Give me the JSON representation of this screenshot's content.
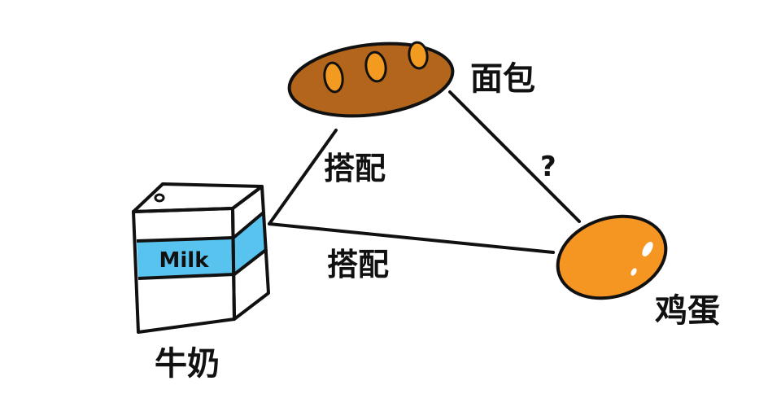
{
  "nodes": {
    "bread": {
      "label": "面包",
      "icon": "bread-loaf-icon"
    },
    "milk": {
      "label": "牛奶",
      "carton_text": "Milk",
      "icon": "milk-carton-icon"
    },
    "egg": {
      "label": "鸡蛋",
      "icon": "egg-icon"
    }
  },
  "edges": {
    "milk_bread": {
      "label": "搭配"
    },
    "milk_egg": {
      "label": "搭配"
    },
    "bread_egg": {
      "label": "?"
    }
  },
  "colors": {
    "bread": "#b3651b",
    "bread_slash": "#f39a21",
    "egg": "#f59522",
    "egg_highlight": "#ffffff",
    "milk_band": "#59c3f0",
    "ink": "#111111",
    "background": "#ffffff"
  }
}
